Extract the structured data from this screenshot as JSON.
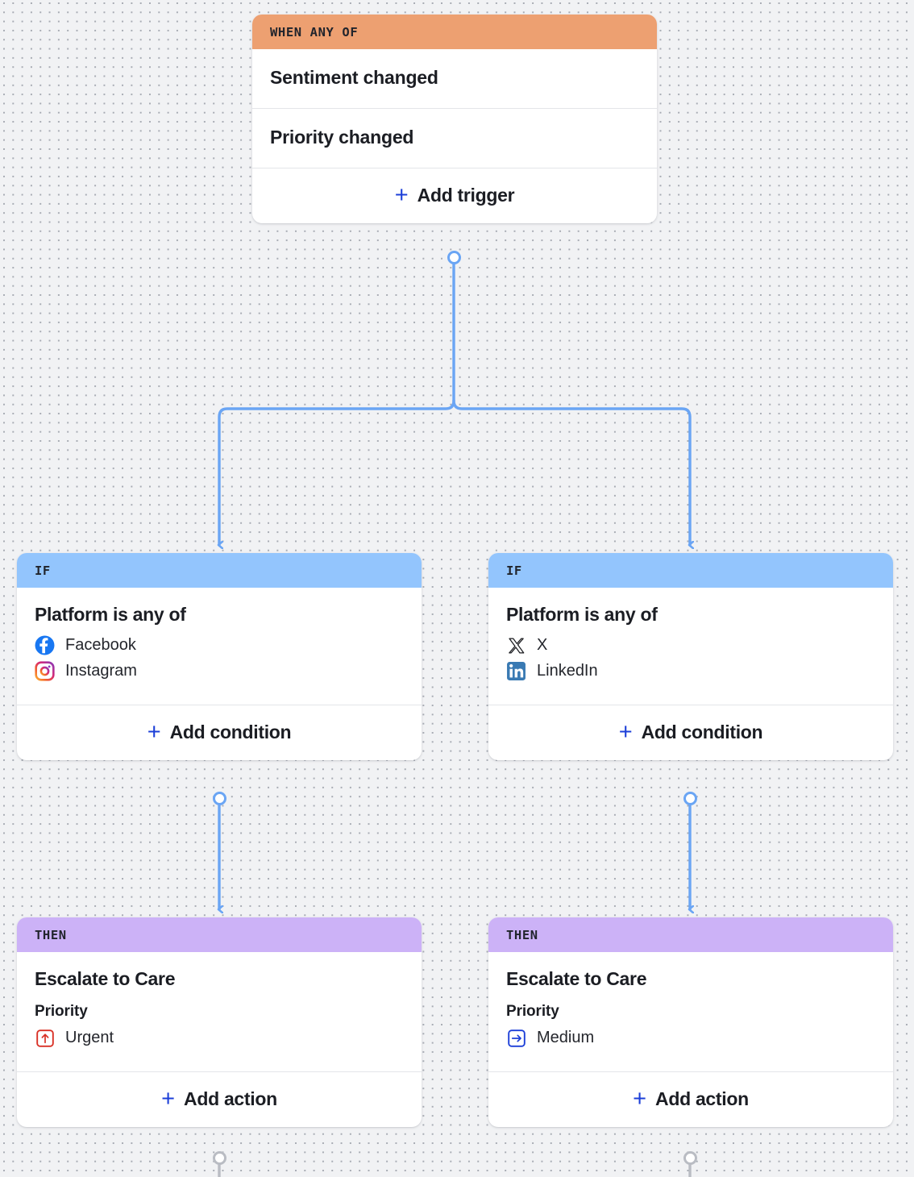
{
  "canvas": {
    "background_color": "#f1f2f4",
    "dot_color": "#a7abb3"
  },
  "colors": {
    "trigger_header": "#eda071",
    "condition_header": "#93c5fd",
    "action_header": "#ccb2f7",
    "edge_blue": "#6aa5f4",
    "plus_blue": "#1c3fd8",
    "urgent_red": "#d93025",
    "medium_blue": "#1c3fd8",
    "facebook_blue": "#1877f2",
    "linkedin_blue": "#3a7ab3"
  },
  "nodes": {
    "trigger": {
      "header": "WHEN ANY OF",
      "triggers": [
        {
          "label": "Sentiment changed"
        },
        {
          "label": "Priority changed"
        }
      ],
      "footer": {
        "plus": "+",
        "label": "Add trigger"
      }
    },
    "condition_left": {
      "header": "IF",
      "title": "Platform is any of",
      "values": [
        {
          "icon": "facebook-icon",
          "label": "Facebook"
        },
        {
          "icon": "instagram-icon",
          "label": "Instagram"
        }
      ],
      "footer": {
        "plus": "+",
        "label": "Add condition"
      }
    },
    "condition_right": {
      "header": "IF",
      "title": "Platform is any of",
      "values": [
        {
          "icon": "x-twitter-icon",
          "label": "X"
        },
        {
          "icon": "linkedin-icon",
          "label": "LinkedIn"
        }
      ],
      "footer": {
        "plus": "+",
        "label": "Add condition"
      }
    },
    "action_left": {
      "header": "THEN",
      "title": "Escalate to Care",
      "field_label": "Priority",
      "value": {
        "icon": "arrow-up-box-icon",
        "label": "Urgent"
      },
      "footer": {
        "plus": "+",
        "label": "Add action"
      }
    },
    "action_right": {
      "header": "THEN",
      "title": "Escalate to Care",
      "field_label": "Priority",
      "value": {
        "icon": "arrow-right-box-icon",
        "label": "Medium"
      },
      "footer": {
        "plus": "+",
        "label": "Add action"
      }
    }
  }
}
